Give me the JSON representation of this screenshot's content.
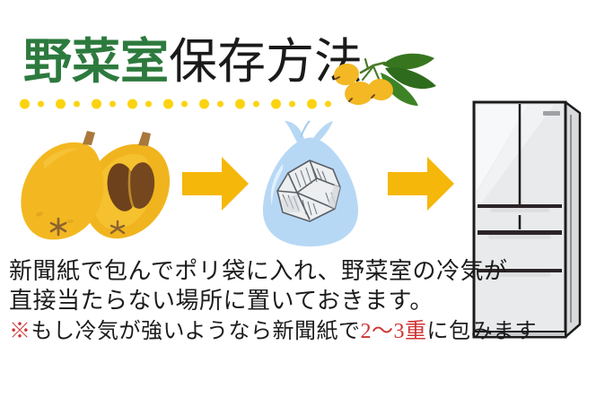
{
  "poster": {
    "background_color": "#ffffff",
    "title": {
      "segment_green": "野菜室",
      "segment_black": "保存方法",
      "green_color": "#2d7a3e",
      "black_color": "#1a1a1a"
    },
    "divider": {
      "dot_color": "#fcd310",
      "dot_count": 18
    },
    "decorations": {
      "branch_label": "loquat-branch-with-leaves",
      "leaf_color": "#3a7a28",
      "fruit_color": "#f2b720"
    },
    "steps": [
      {
        "index": 1,
        "icon": "loquat-fruit-halved",
        "fruit_color": "#f2b720",
        "fruit_shade_color": "#e8a717",
        "seed_color": "#7a4a1e",
        "stem_color": "#a8783c"
      },
      {
        "index": 2,
        "icon": "newspaper-wrapped-in-plastic-bag",
        "bag_color": "#b7d8f5",
        "paper_color": "#e8e8ea",
        "paper_line_color": "#5a5f66"
      },
      {
        "index": 3,
        "icon": "refrigerator-french-door",
        "body_color": "#e6e7e8",
        "outline_color": "#1c1c1c"
      }
    ],
    "arrows": {
      "count": 2,
      "color": "#f5b70a",
      "direction": "right"
    },
    "body_text": {
      "line_1": "新聞紙で包んでポリ袋に入れ、野菜室の冷気が",
      "line_2": "直接当たらない場所に置いておきます。",
      "note_mark": "※",
      "note_before": "もし冷気が強いようなら新聞紙で",
      "note_highlight": "2〜3重",
      "note_after": "に包みます",
      "text_color": "#1c1c1c",
      "accent_color": "#cf3434"
    }
  }
}
